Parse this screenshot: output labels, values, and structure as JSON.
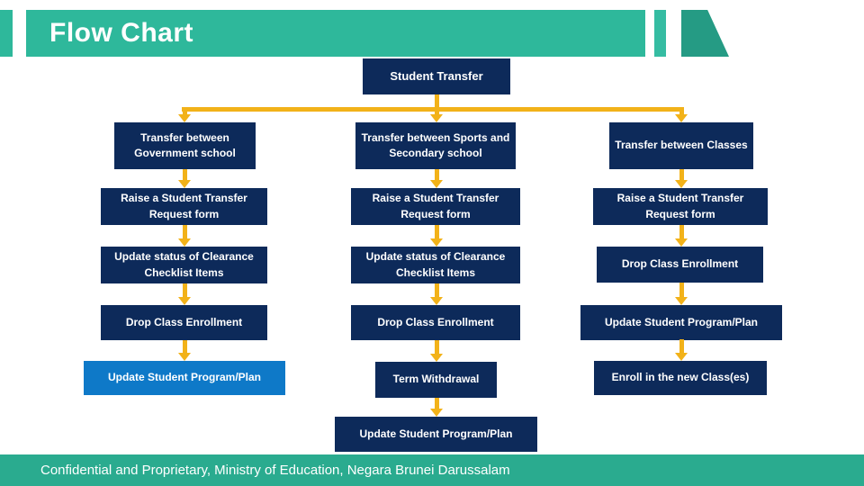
{
  "slide": {
    "title": "Flow Chart",
    "footer": "Confidential and Proprietary, Ministry of Education, Negara Brunei Darussalam"
  },
  "colors": {
    "banner_teal": "#2eb89b",
    "banner_bar_teal": "#35bca2",
    "banner_trapezoid_teal": "#259b84",
    "box_navy": "#0d2a5a",
    "box_blue": "#0e79c8",
    "arrow_gold": "#f2b219",
    "footer_teal": "#2aab8f",
    "text_white": "#ffffff"
  },
  "flow": {
    "root": {
      "label": "Student Transfer"
    },
    "columns": [
      {
        "name": "transfer-between-government-school",
        "boxes": [
          {
            "label": "Transfer between Government school",
            "style": "navy"
          },
          {
            "label": "Raise a Student Transfer Request form",
            "style": "navy"
          },
          {
            "label": "Update status of Clearance Checklist Items",
            "style": "navy"
          },
          {
            "label": "Drop Class Enrollment",
            "style": "navy"
          },
          {
            "label": "Update Student Program/Plan",
            "style": "blue"
          }
        ]
      },
      {
        "name": "transfer-between-sports-and-secondary-school",
        "boxes": [
          {
            "label": "Transfer between Sports and Secondary school",
            "style": "navy"
          },
          {
            "label": "Raise a Student Transfer Request form",
            "style": "navy"
          },
          {
            "label": "Update status of Clearance Checklist Items",
            "style": "navy"
          },
          {
            "label": "Drop Class Enrollment",
            "style": "navy"
          },
          {
            "label": "Term Withdrawal",
            "style": "navy"
          },
          {
            "label": "Update Student Program/Plan",
            "style": "navy"
          }
        ]
      },
      {
        "name": "transfer-between-classes",
        "boxes": [
          {
            "label": "Transfer between Classes",
            "style": "navy"
          },
          {
            "label": "Raise a Student Transfer Request form",
            "style": "navy"
          },
          {
            "label": "Drop Class Enrollment",
            "style": "navy"
          },
          {
            "label": "Update Student Program/Plan",
            "style": "navy"
          },
          {
            "label": "Enroll in the new Class(es)",
            "style": "navy"
          }
        ]
      }
    ]
  }
}
